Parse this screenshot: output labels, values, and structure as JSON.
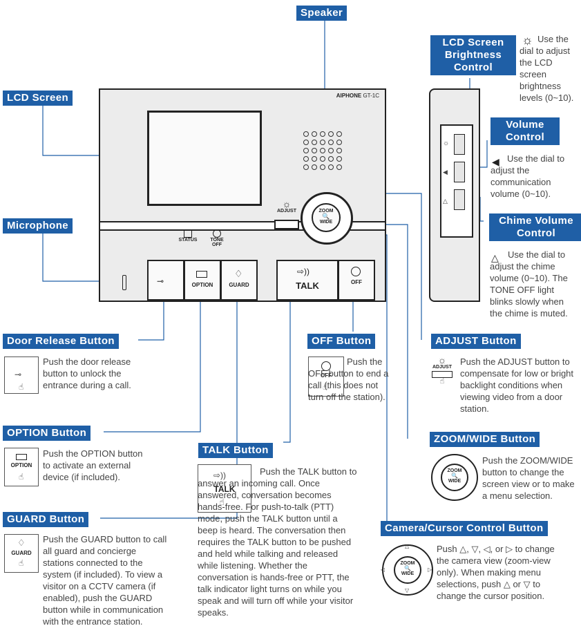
{
  "labels": {
    "speaker": "Speaker",
    "lcd_screen": "LCD Screen",
    "microphone": "Microphone",
    "lcd_brightness": "LCD Screen Brightness Control",
    "volume_control": "Volume Control",
    "chime_volume": "Chime Volume Control",
    "door_release": "Door Release Button",
    "off_button": "OFF Button",
    "adjust_button": "ADJUST Button",
    "option_button": "OPTION Button",
    "talk_button": "TALK Button",
    "zoom_wide": "ZOOM/WIDE Button",
    "guard_button": "GUARD Button",
    "camera_cursor": "Camera/Cursor Control Button"
  },
  "descriptions": {
    "lcd_brightness": "Use the dial to adjust the LCD screen brightness levels (0~10).",
    "volume_control": "Use the dial to adjust the communication volume (0~10).",
    "chime_volume": "Use the dial to adjust the chime volume (0~10). The TONE OFF light blinks slowly when the chime is muted.",
    "door_release": "Push the door release button to unlock the entrance during a call.",
    "off_button": "Push the OFF button to end a call (this does not turn off the station).",
    "adjust_button": "Push the ADJUST button to compensate for low or bright backlight conditions when viewing video from a door station.",
    "option_button": "Push the OPTION button to activate an external device (if included).",
    "talk_button": "Push the TALK button to answer an incoming call. Once answered, conversation becomes hands-free. For push-to-talk (PTT) mode, push the TALK button until a beep is heard. The conversation then requires the TALK button to be pushed and held while talking and released while listening. Whether the conversation is hands-free or PTT, the talk indicator light turns on while you speak and will turn off while your visitor speaks.",
    "zoom_wide": "Push the ZOOM/WIDE button to change the screen view or to make a menu selection.",
    "guard_button": "Push the GUARD button to call all guard and concierge stations connected to the system (if included). To view a visitor on a CCTV camera (if enabled), push the GUARD button while in communication with the entrance station.",
    "camera_cursor": "Push △, ▽, ◁, or ▷ to change the camera view (zoom-view only). When making menu selections, push △ or ▽ to change the cursor position."
  },
  "device": {
    "brand": "AIPHONE",
    "model": "GT-1C",
    "status": "STATUS",
    "tone_off": "TONE OFF",
    "adjust": "ADJUST",
    "zoom": "ZOOM",
    "wide": "WIDE",
    "option": "OPTION",
    "guard": "GUARD",
    "talk": "TALK",
    "off": "OFF"
  },
  "icons": [
    "key-icon",
    "option-icon",
    "bell-icon",
    "talk-icon",
    "off-icon",
    "sun-icon",
    "speaker-icon",
    "adjust-icon",
    "hand-icon"
  ],
  "colors": {
    "label_bg": "#1f5fa6",
    "line": "#1f5fa6",
    "panel": "#f1f2f3"
  }
}
